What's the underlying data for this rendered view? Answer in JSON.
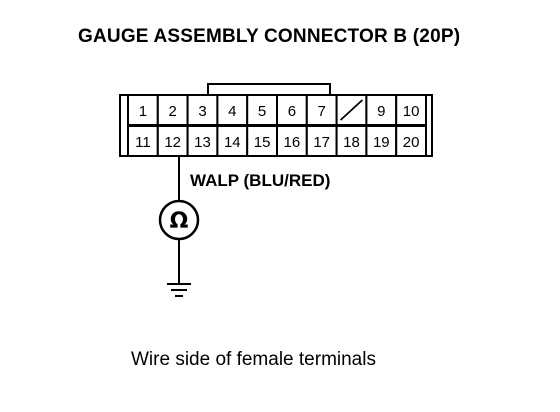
{
  "title": "GAUGE ASSEMBLY CONNECTOR B (20P)",
  "caption": "Wire side of female terminals",
  "wire": {
    "label": "WALP (BLU/RED)",
    "pin": "12"
  },
  "meter_symbol": "Ω",
  "icons": [
    "ohmmeter-icon",
    "ground-icon"
  ],
  "connector": {
    "top_row": [
      "1",
      "2",
      "3",
      "4",
      "5",
      "6",
      "7",
      "",
      "9",
      "10"
    ],
    "bottom_row": [
      "11",
      "12",
      "13",
      "14",
      "15",
      "16",
      "17",
      "18",
      "19",
      "20"
    ]
  }
}
